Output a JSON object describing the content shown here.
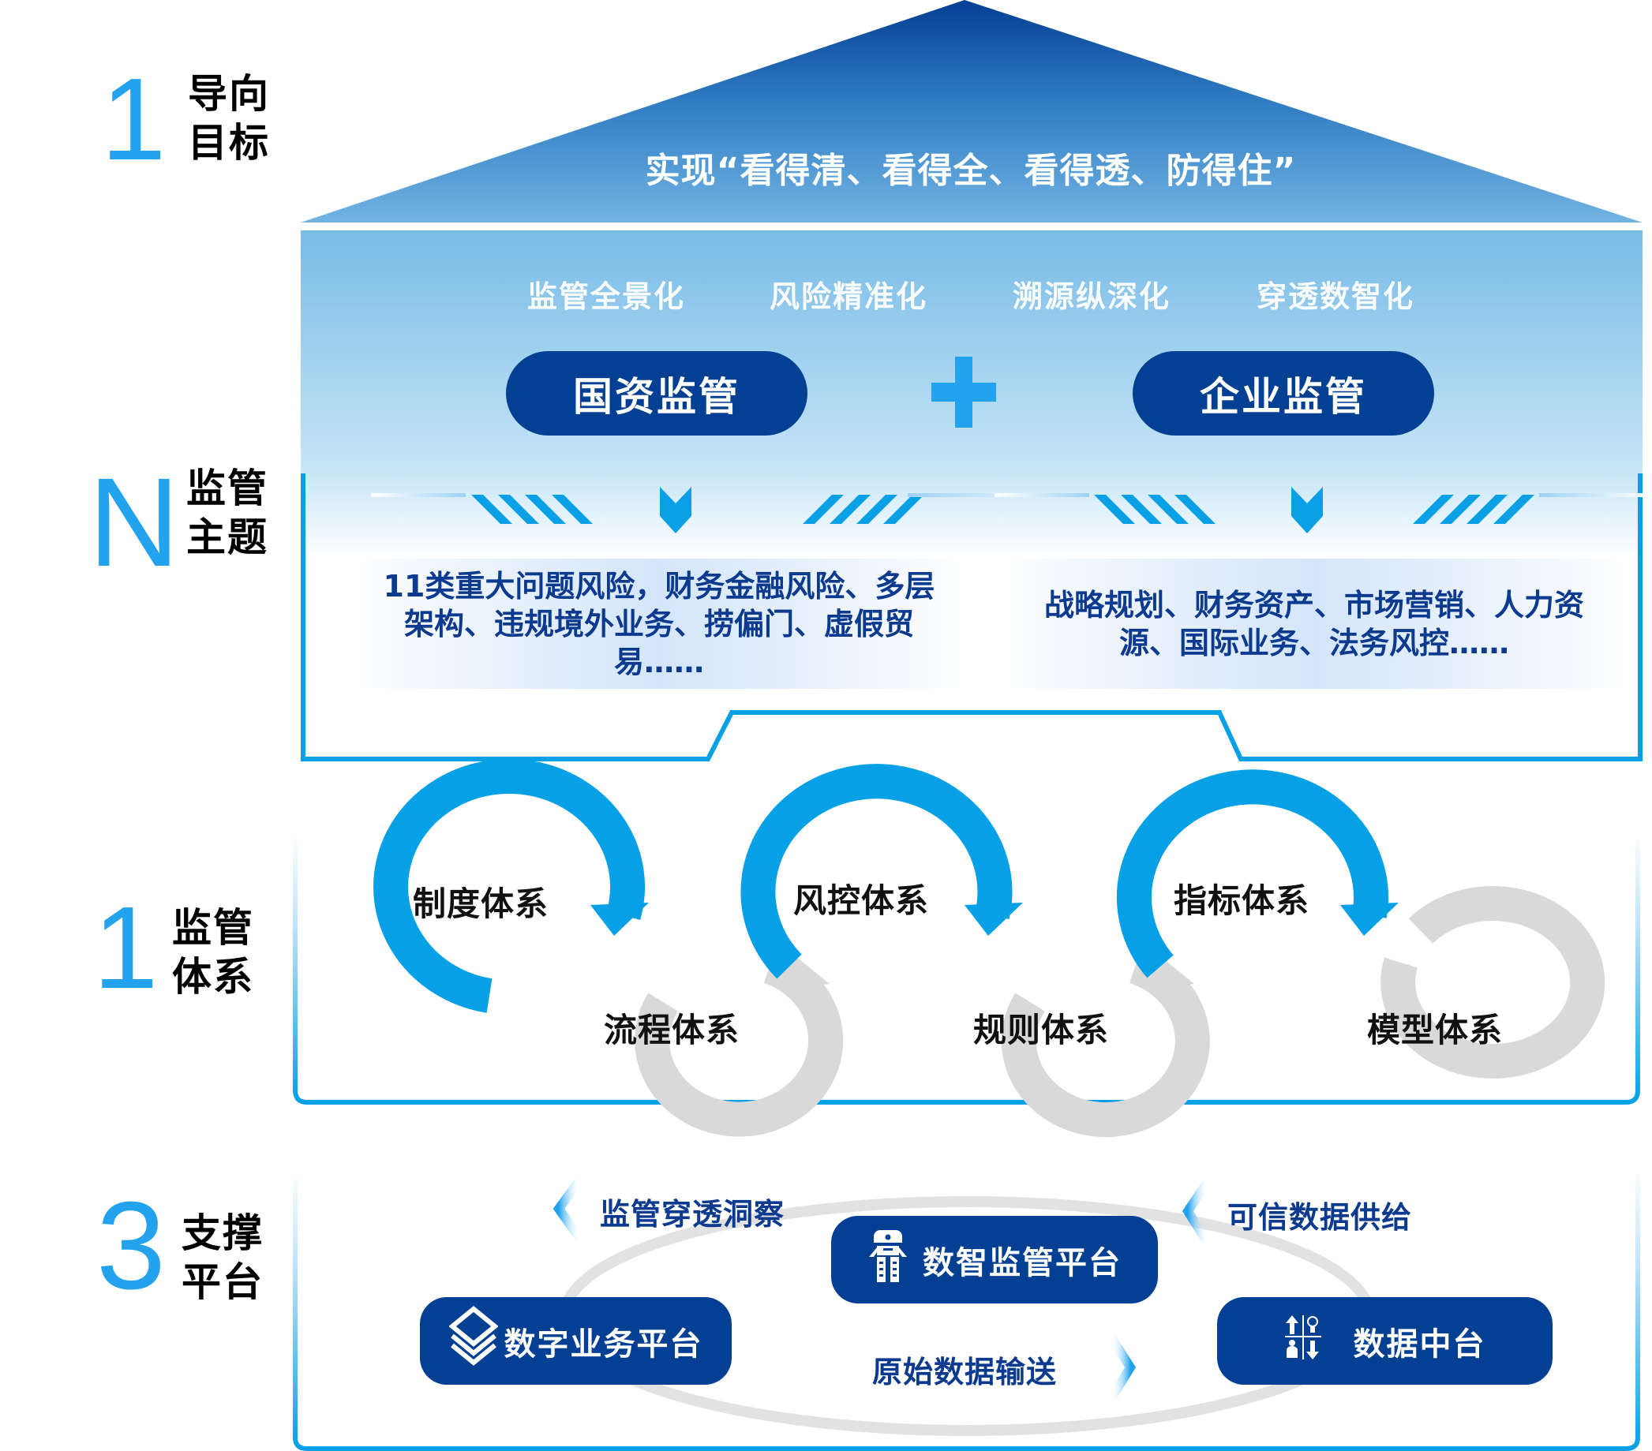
{
  "sections": [
    {
      "number": "1",
      "label_line1": "导向",
      "label_line2": "目标"
    },
    {
      "number": "N",
      "label_line1": "监管",
      "label_line2": "主题"
    },
    {
      "number": "1",
      "label_line1": "监管",
      "label_line2": "体系"
    },
    {
      "number": "3",
      "label_line1": "支撑",
      "label_line2": "平台"
    }
  ],
  "goal": {
    "title": "实现“看得清、看得全、看得透、防得住”"
  },
  "themes": {
    "pillars": [
      "监管全景化",
      "风险精准化",
      "溯源纵深化",
      "穿透数智化"
    ],
    "left_pill": "国资监管",
    "right_pill": "企业监管",
    "plus_icon": "plus-icon",
    "left_topics": "11类重大问题风险，财务金融风险、多层架构、违规境外业务、捞偏门、虚假贸易……",
    "right_topics": "战略规划、财务资产、市场营销、人力资源、国际业务、法务风控……"
  },
  "system": {
    "top_items": [
      "制度体系",
      "风控体系",
      "指标体系"
    ],
    "bottom_items": [
      "流程体系",
      "规则体系",
      "模型体系"
    ]
  },
  "platforms": {
    "center": {
      "label": "数智监管平台",
      "icon": "robot-icon"
    },
    "left": {
      "label": "数字业务平台",
      "icon": "layers-icon"
    },
    "right": {
      "label": "数据中台",
      "icon": "data-exchange-icon"
    },
    "flow_top_left": "监管穿透洞察",
    "flow_top_right": "可信数据供给",
    "flow_bottom": "原始数据输送"
  },
  "colors": {
    "accent_blue": "#23a3ee",
    "navy": "#033f93",
    "text_navy": "#0c3a8f",
    "cycle_gray": "#d9d9d9"
  }
}
